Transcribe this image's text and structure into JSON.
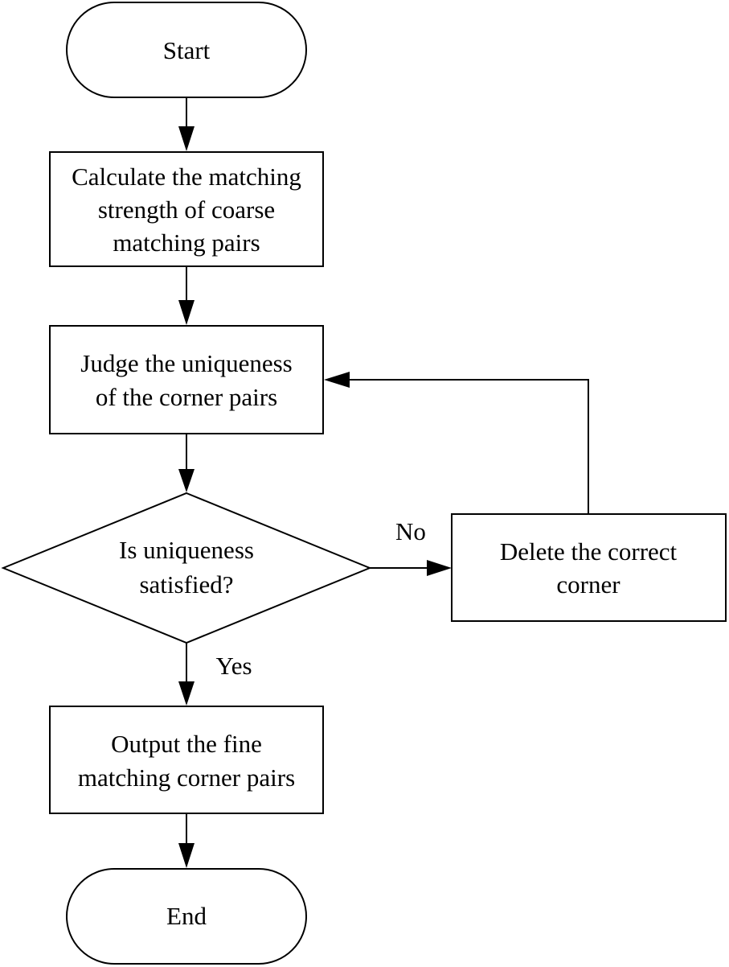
{
  "flowchart": {
    "start": {
      "label": "Start"
    },
    "step_calculate": {
      "lines": [
        "Calculate the matching",
        "strength of coarse",
        "matching pairs"
      ]
    },
    "step_judge": {
      "lines": [
        "Judge the uniqueness",
        "of the corner pairs"
      ]
    },
    "decision": {
      "lines": [
        "Is uniqueness",
        "satisfied?"
      ]
    },
    "step_delete": {
      "lines": [
        "Delete the correct",
        "corner"
      ]
    },
    "step_output": {
      "lines": [
        "Output the fine",
        "matching corner pairs"
      ]
    },
    "end": {
      "label": "End"
    },
    "edges": {
      "no_label": "No",
      "yes_label": "Yes"
    }
  }
}
